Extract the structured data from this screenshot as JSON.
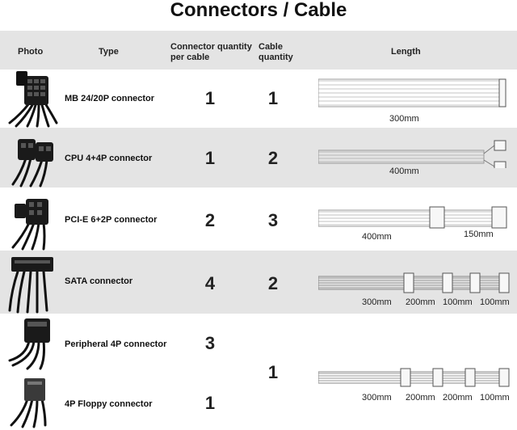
{
  "title": "Connectors / Cable",
  "headers": {
    "photo": "Photo",
    "type": "Type",
    "qty_line1": "Connector quantity",
    "qty_line2": "per cable",
    "cable_line1": "Cable",
    "cable_line2": "quantity",
    "length": "Length"
  },
  "rows": [
    {
      "type": "MB 24/20P connector",
      "qty": "1",
      "cables": "1",
      "lengths": [
        "300mm"
      ]
    },
    {
      "type": "CPU 4+4P connector",
      "qty": "1",
      "cables": "2",
      "lengths": [
        "400mm"
      ]
    },
    {
      "type": "PCI-E 6+2P connector",
      "qty": "2",
      "cables": "3",
      "lengths": [
        "400mm",
        "150mm"
      ]
    },
    {
      "type": "SATA connector",
      "qty": "4",
      "cables": "2",
      "lengths": [
        "300mm",
        "200mm",
        "100mm",
        "100mm"
      ]
    },
    {
      "type": "Peripheral 4P connector",
      "qty": "3"
    },
    {
      "type": "4P Floppy connector",
      "qty": "1"
    }
  ],
  "shared": {
    "cables": "1",
    "lengths": [
      "300mm",
      "200mm",
      "200mm",
      "100mm"
    ]
  },
  "icons": [
    "atx-24pin-plug-icon",
    "eps-8pin-plug-icon",
    "pcie-8pin-plug-icon",
    "sata-power-plug-icon",
    "molex-4pin-plug-icon",
    "floppy-4pin-plug-icon"
  ]
}
